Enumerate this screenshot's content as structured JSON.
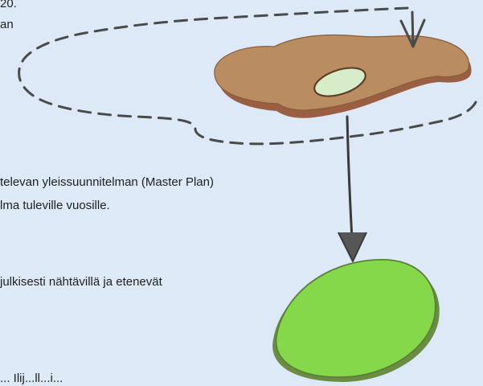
{
  "text_lines": [
    "20.",
    "an",
    "televan yleissuunnitelman (Master Plan)",
    "lma tuleville vuosille.",
    "julkisesti nähtävillä ja etenevät",
    "... Ilij...ll...i..."
  ],
  "colors": {
    "background": "#dde9f6",
    "dash_path": "#4a4a4a",
    "upper_island_fill": "#b98c61",
    "upper_island_shadow": "#9a5e43",
    "inner_spot_fill": "#d7ecc8",
    "arrow_line": "#3a3a3a",
    "lower_island_fill": "#86d84b",
    "lower_island_outline": "#5b7f37"
  }
}
